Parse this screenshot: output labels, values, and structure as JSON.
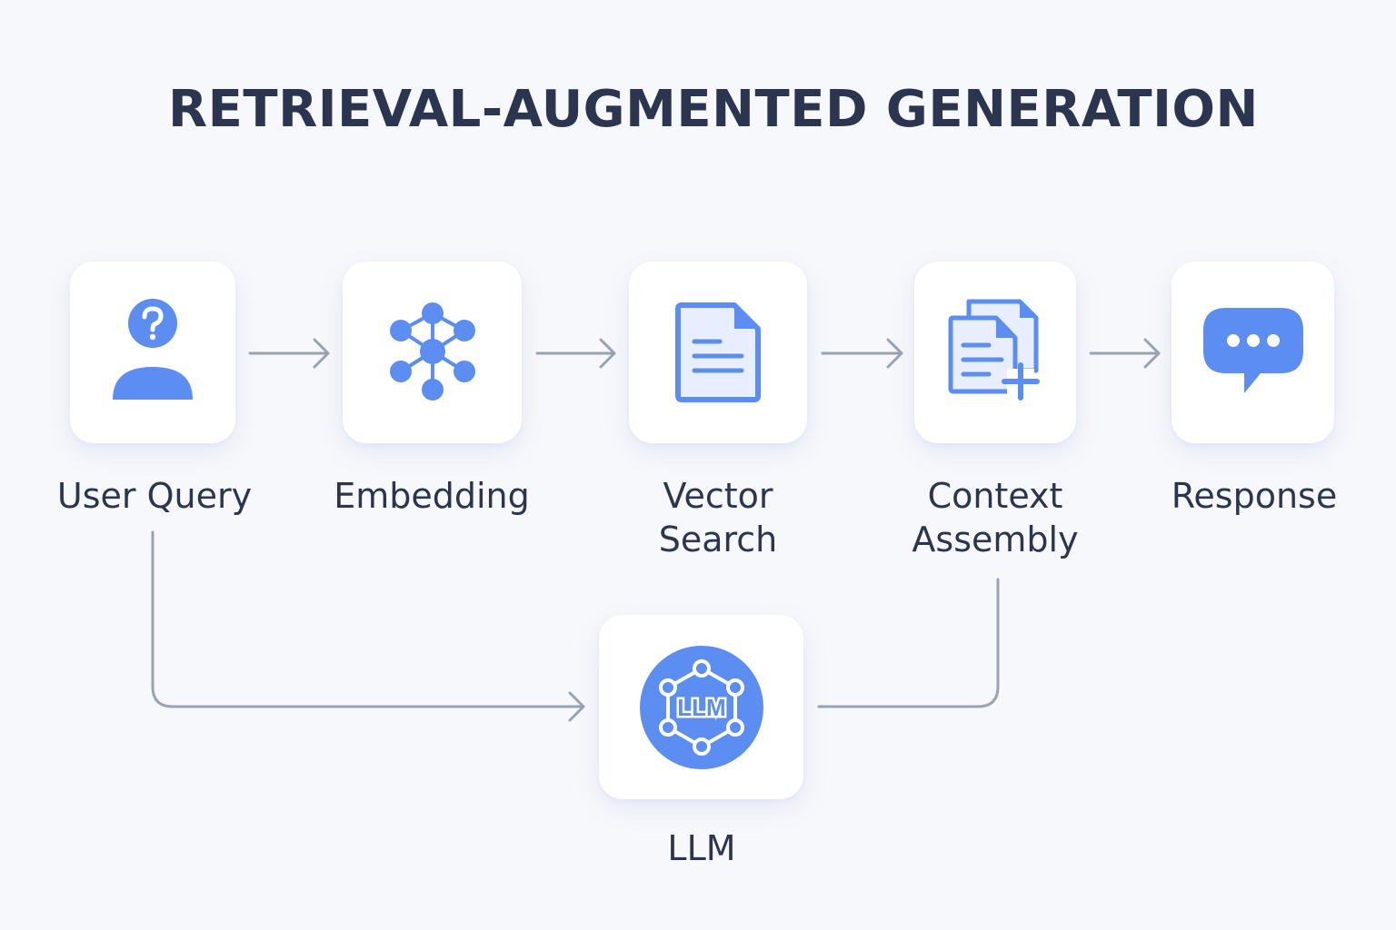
{
  "title": "RETRIEVAL-AUGMENTED GENERATION",
  "colors": {
    "background": "#f7f8fc",
    "accent": "#5b8ef0",
    "accent_light": "#e6eeff",
    "text": "#2b3550",
    "connector": "#9aa3b2"
  },
  "steps": [
    {
      "id": "user-query",
      "icon": "user-question-icon",
      "label_lines": [
        "User Query"
      ]
    },
    {
      "id": "embedding",
      "icon": "network-nodes-icon",
      "label_lines": [
        "Embedding"
      ]
    },
    {
      "id": "vector-search",
      "icon": "document-icon",
      "label_lines": [
        "Vector",
        "Search"
      ]
    },
    {
      "id": "context-assembly",
      "icon": "documents-add-icon",
      "label_lines": [
        "Context",
        "Assembly"
      ]
    },
    {
      "id": "response",
      "icon": "chat-bubble-icon",
      "label_lines": [
        "Response"
      ]
    }
  ],
  "llm": {
    "icon_text": "LLM",
    "icon": "llm-network-icon",
    "label": "LLM"
  }
}
